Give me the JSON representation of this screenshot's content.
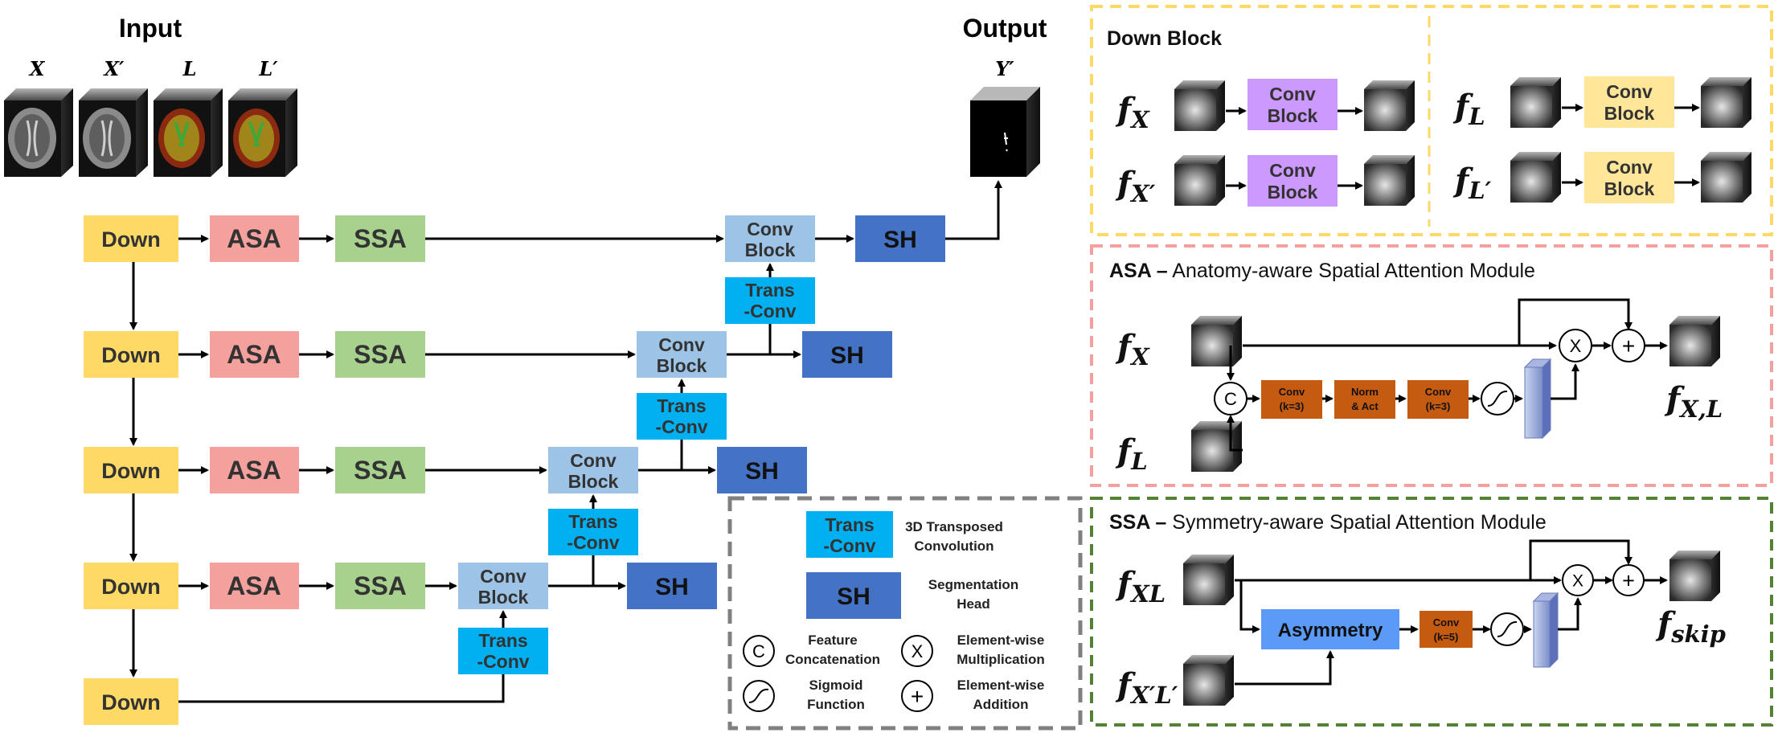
{
  "input_title": "Input",
  "output_title": "Output",
  "input_labels": [
    "X",
    "X′",
    "L",
    "L′"
  ],
  "output_label": "Y′",
  "blocks": {
    "down": "Down",
    "asa": "ASA",
    "ssa": "SSA",
    "sh": "SH",
    "conv1": "Conv",
    "conv2": "Block",
    "trans1": "Trans",
    "trans2": "-Conv"
  },
  "legend": {
    "trans_desc1": "3D Transposed",
    "trans_desc2": "Convolution",
    "sh_desc1": "Segmentation",
    "sh_desc2": "Head",
    "concat_symbol": "C",
    "concat1": "Feature",
    "concat2": "Concatenation",
    "mult_symbol": "X",
    "mult1": "Element-wise",
    "mult2": "Multiplication",
    "sig1": "Sigmoid",
    "sig2": "Function",
    "add_symbol": "+",
    "add1": "Element-wise",
    "add2": "Addition"
  },
  "down_panel": {
    "title": "Down Block",
    "f": "f",
    "sub_x": "X",
    "sub_xp": "X′",
    "sub_l": "L",
    "sub_lp": "L′"
  },
  "asa_panel": {
    "title_bold": "ASA –",
    "title_rest": " Anatomy-aware Spatial Attention Module",
    "sub_x": "X",
    "sub_l": "L",
    "sub_out": "X,L",
    "conv1": "Conv",
    "conv1k": "(k=3)",
    "norm1": "Norm",
    "norm2": "& Act",
    "conv2": "Conv",
    "conv2k": "(k=3)"
  },
  "ssa_panel": {
    "title_bold": "SSA –",
    "title_rest": " Symmetry-aware Spatial Attention Module",
    "sub_xl": "XL",
    "sub_xplp": "X′L′",
    "sub_out": "skip",
    "asym": "Asymmetry",
    "conv": "Conv",
    "convk": "(k=5)"
  },
  "colors": {
    "down": "#FFD966",
    "asa": "#F4A09C",
    "ssa": "#A9D18E",
    "conv_block": "#9DC3E6",
    "trans_conv": "#00B0F0",
    "sh": "#4472C4",
    "conv_block_purple": "#CC99FF",
    "conv_block_yellow": "#FFE699",
    "orange": "#C55A11",
    "asymmetry": "#5B9BF7",
    "down_border": "#FFD966",
    "asa_border": "#F4A09C",
    "ssa_border": "#548235",
    "legend_border": "#808080"
  }
}
